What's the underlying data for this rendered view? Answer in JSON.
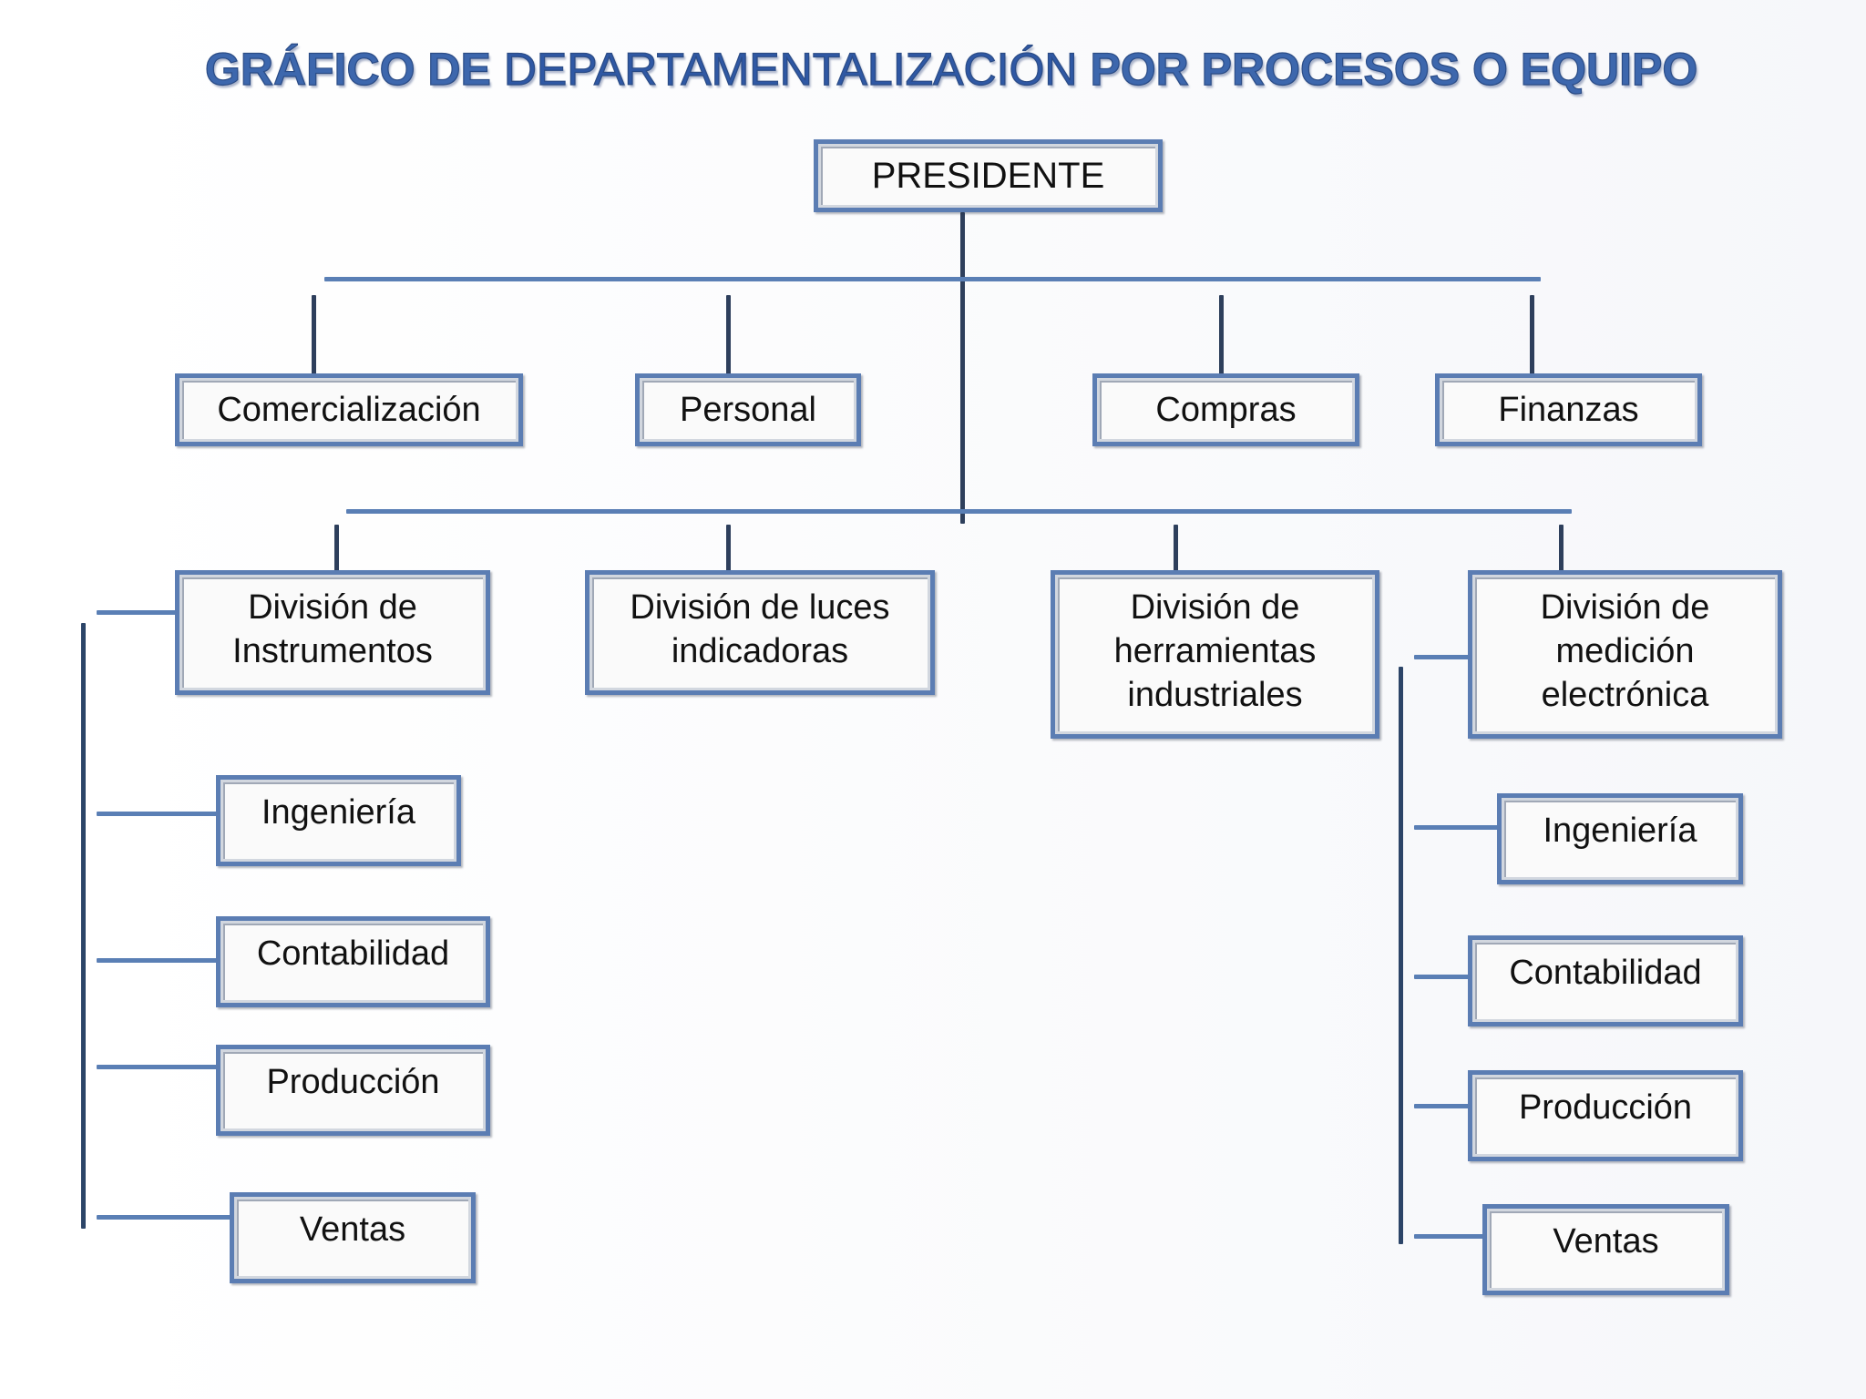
{
  "title": {
    "part1": "GRÁFICO DE",
    "part2": "DEPARTAMENTALIZACIÓN",
    "part3": "POR PROCESOS O EQUIPO"
  },
  "colors": {
    "title": "#3d67ad",
    "connector": "#5a7fb5",
    "box_border": "#5b7db3",
    "trunk": "#2e3f5c"
  },
  "president": "PRESIDENTE",
  "departments": [
    "Comercialización",
    "Personal",
    "Compras",
    "Finanzas"
  ],
  "divisions": [
    "División de Instrumentos",
    "División de luces indicadoras",
    "División de herramientas industriales",
    "División de medición electrónica"
  ],
  "left_branch": [
    "Ingeniería",
    "Contabilidad",
    "Producción",
    "Ventas"
  ],
  "right_branch": [
    "Ingeniería",
    "Contabilidad",
    "Producción",
    "Ventas"
  ]
}
